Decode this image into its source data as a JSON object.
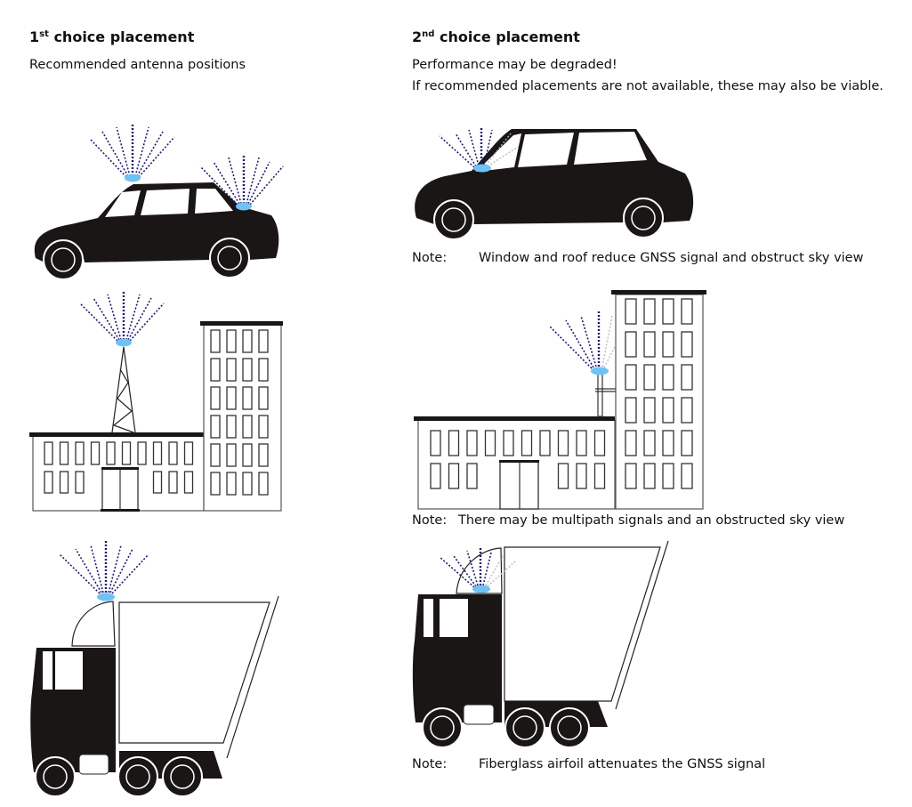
{
  "left_column": {
    "heading_num": "1",
    "heading_sup": "st",
    "heading_text": " choice placement",
    "subtitle": "Recommended antenna positions"
  },
  "right_column": {
    "heading_num": "2",
    "heading_sup": "nd",
    "heading_text": " choice placement",
    "warning": "Performance may be degraded!",
    "description": "If recommended placements are not available, these may also be viable."
  },
  "notes": [
    {
      "label": "Note:",
      "text": "Window and roof reduce GNSS signal and obstruct sky view"
    },
    {
      "label": "Note:",
      "text": "There may be multipath signals and an obstructed sky view"
    },
    {
      "label": "Note:",
      "text": "Fiberglass airfoil attenuates the GNSS signal"
    }
  ],
  "illustrations": [
    {
      "name": "car-roof-antennas",
      "column": "1st choice",
      "subject": "car",
      "antenna_count": 2
    },
    {
      "name": "building-tower-antenna",
      "column": "1st choice",
      "subject": "building",
      "antenna_count": 1
    },
    {
      "name": "truck-cab-roof-antenna",
      "column": "1st choice",
      "subject": "truck",
      "antenna_count": 1
    },
    {
      "name": "car-dashboard-antenna",
      "column": "2nd choice",
      "subject": "car",
      "antenna_count": 1
    },
    {
      "name": "building-wall-antenna",
      "column": "2nd choice",
      "subject": "building",
      "antenna_count": 1
    },
    {
      "name": "truck-airfoil-antenna",
      "column": "2nd choice",
      "subject": "truck",
      "antenna_count": 1
    }
  ],
  "colors": {
    "antenna": "#6ec3f4",
    "signal_ray": "#1f1a6e",
    "blocked_ray": "#bbbbbb",
    "vehicle": "#1a1616"
  }
}
